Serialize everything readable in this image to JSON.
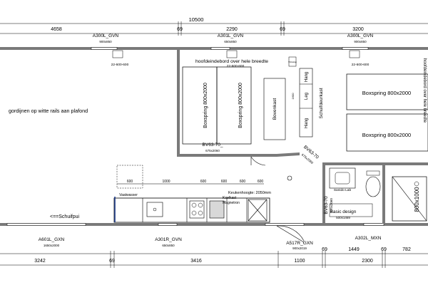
{
  "dimensions": {
    "top_total": "10500",
    "top_segments": [
      "4658",
      "69",
      "2290",
      "69",
      "3200"
    ],
    "bottom_segments": [
      "3242",
      "69",
      "3416",
      "1100",
      "69",
      "1449",
      "69",
      "782",
      "2300"
    ]
  },
  "windows": {
    "a300l": {
      "code": "A300L_GVN",
      "size": "900x850"
    },
    "a301l": {
      "code": "A301L_GVN",
      "size": "650x850"
    },
    "a300l_right": {
      "code": "A300L_GVN",
      "size": "900x850"
    },
    "a601l": {
      "code": "A601L_GXN",
      "size": "1650x2000"
    },
    "a301r": {
      "code": "A301R_GVN",
      "size": "650x850"
    },
    "a302l": {
      "code": "A302L_MXN"
    }
  },
  "radiators": {
    "r1": "22-600-600",
    "r2": "22-600-600",
    "r3": "22-600-600"
  },
  "doors": {
    "bv63_left": {
      "code": "BV63-70_",
      "size": "675x2060"
    },
    "bv63_diag": {
      "code": "BV63-70",
      "size": "675x2060"
    },
    "bv63_vert": {
      "code": "BV63-70",
      "size": "675x2060"
    },
    "a517r": {
      "code": "A517R_GXN",
      "size": "900x2019"
    }
  },
  "labels": {
    "headboard": "hoofdeindebord over hele breedte",
    "headboard_right": "hoofdeindebord over hele breedte",
    "boxspring_left_1": "Boxspring 800x2000",
    "boxspring_left_2": "Boxspring 800x2000",
    "boxspring_right_1": "Boxspring 800x2000",
    "boxspring_right_2": "Boxspring 800x2000",
    "bovenkast": "Bovenkast",
    "hang": "Hang",
    "leg": "Leg",
    "hang2": "Hang",
    "schuifdeurkast": "Schuifdeurkast",
    "gordijnen": "gordijnen op witte rails aan plafond",
    "schuifpui": "<==Schuifpui",
    "keukenhoogte": "Keukenhoogte: 2050mm",
    "koelkast": "Koelkast",
    "magnetron": "Magnetron",
    "vaatwasser": "Vaatwasser",
    "basic_design": "Basic design",
    "basic_design_size": "500x1469",
    "shower": "800x1000",
    "sanitary": "Sanido Lab",
    "small_label": "Vlizotrap",
    "cab_w": "1600"
  },
  "kitchen_dims": [
    "600",
    "1000",
    "600",
    "600",
    "600",
    "600"
  ]
}
